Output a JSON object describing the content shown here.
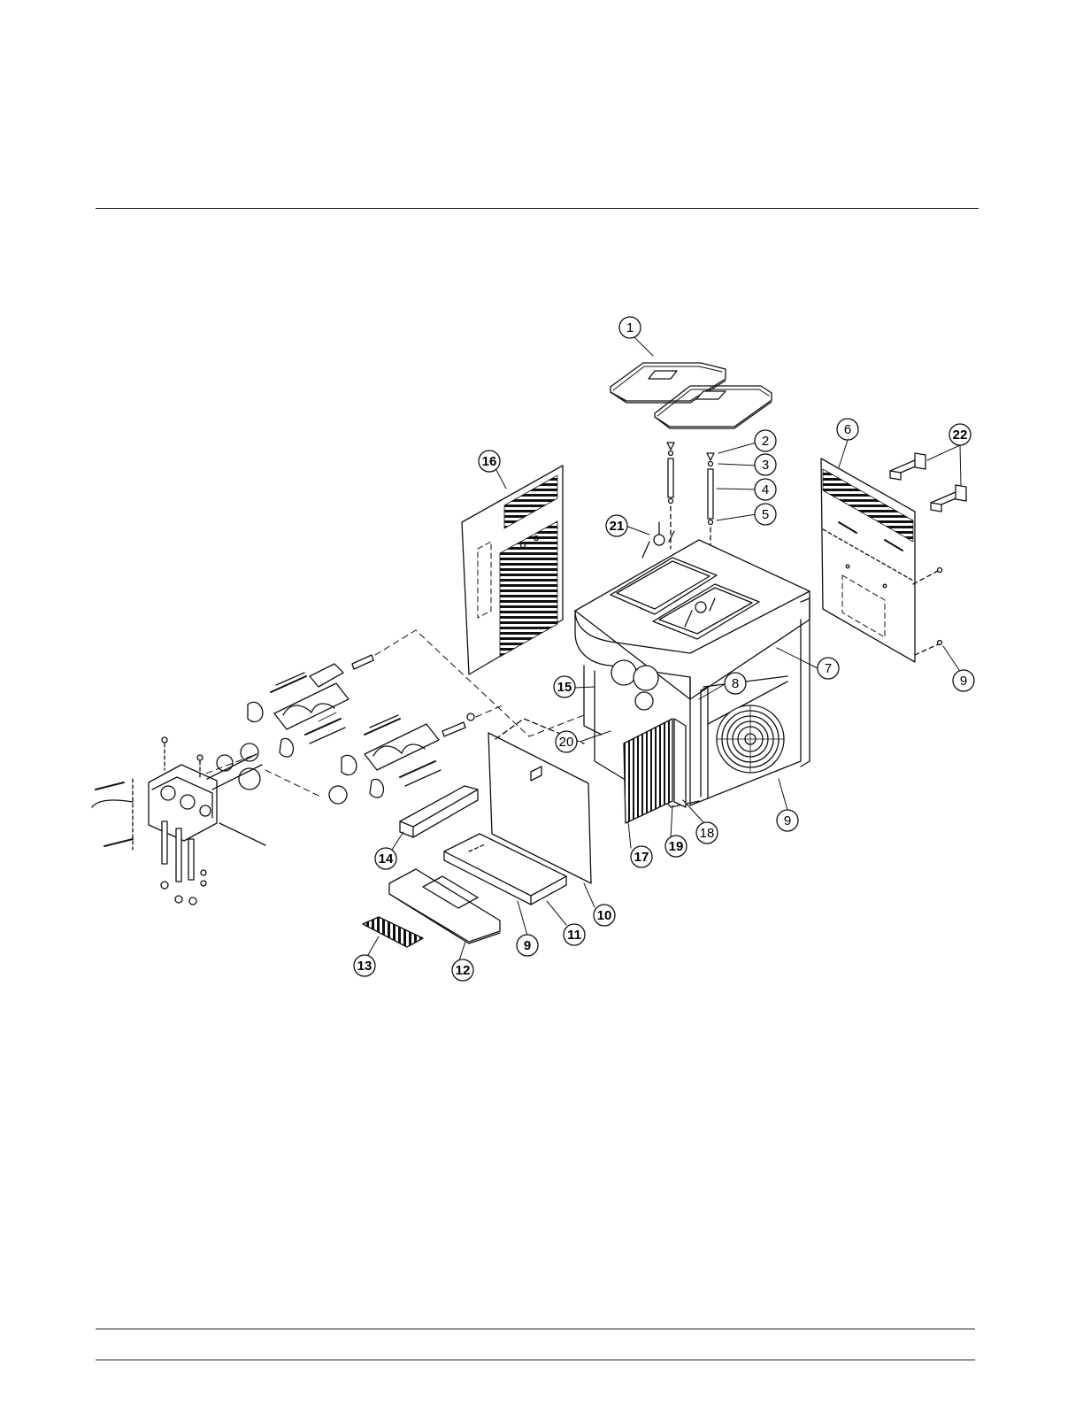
{
  "diagram": {
    "callouts": [
      {
        "id": "c1",
        "label": "1",
        "bold": false
      },
      {
        "id": "c2",
        "label": "2",
        "bold": false
      },
      {
        "id": "c3",
        "label": "3",
        "bold": false
      },
      {
        "id": "c4",
        "label": "4",
        "bold": false
      },
      {
        "id": "c5",
        "label": "5",
        "bold": false
      },
      {
        "id": "c6",
        "label": "6",
        "bold": false
      },
      {
        "id": "c7",
        "label": "7",
        "bold": false
      },
      {
        "id": "c8",
        "label": "8",
        "bold": false
      },
      {
        "id": "c9a",
        "label": "9",
        "bold": false
      },
      {
        "id": "c9b",
        "label": "9",
        "bold": false
      },
      {
        "id": "c9c",
        "label": "9",
        "bold": true
      },
      {
        "id": "c10",
        "label": "10",
        "bold": true
      },
      {
        "id": "c11",
        "label": "11",
        "bold": true
      },
      {
        "id": "c12",
        "label": "12",
        "bold": true
      },
      {
        "id": "c13",
        "label": "13",
        "bold": true
      },
      {
        "id": "c14",
        "label": "14",
        "bold": true
      },
      {
        "id": "c15",
        "label": "15",
        "bold": true
      },
      {
        "id": "c16",
        "label": "16",
        "bold": true
      },
      {
        "id": "c17",
        "label": "17",
        "bold": true
      },
      {
        "id": "c18",
        "label": "18",
        "bold": false
      },
      {
        "id": "c19",
        "label": "19",
        "bold": true
      },
      {
        "id": "c20",
        "label": "20",
        "bold": false
      },
      {
        "id": "c21",
        "label": "21",
        "bold": true
      },
      {
        "id": "c22",
        "label": "22",
        "bold": true
      }
    ]
  }
}
